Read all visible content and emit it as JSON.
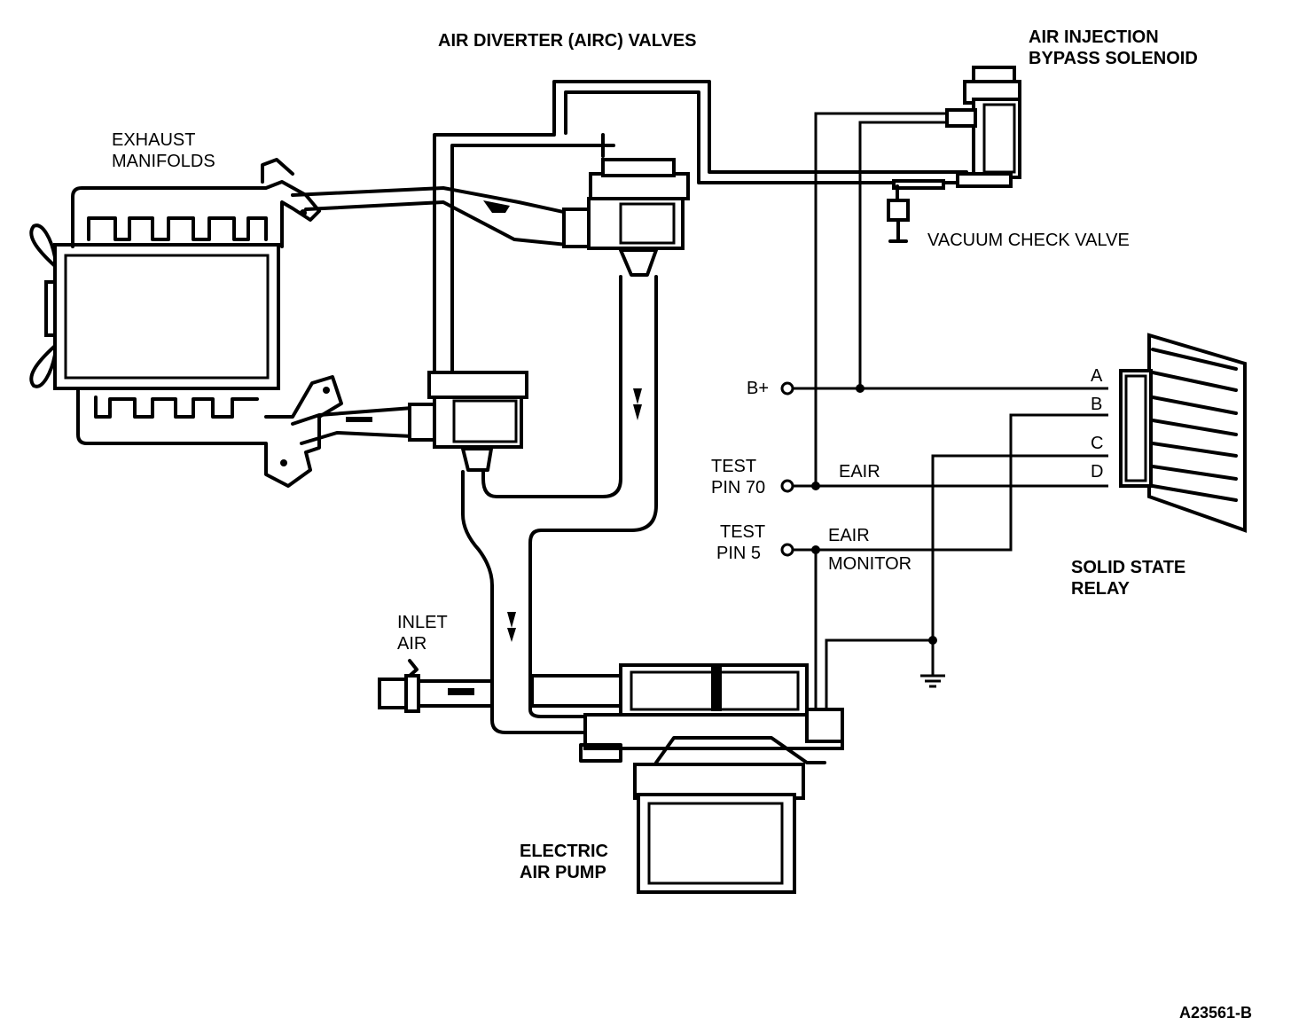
{
  "labels": {
    "airc_valves": "AIR DIVERTER (AIRC) VALVES",
    "bypass_line1": "AIR INJECTION",
    "bypass_line2": "BYPASS SOLENOID",
    "exhaust_line1": "EXHAUST",
    "exhaust_line2": "MANIFOLDS",
    "vacuum_check": "VACUUM CHECK VALVE",
    "b_plus": "B+",
    "test70_line1": "TEST",
    "test70_line2": "PIN 70",
    "eair": "EAIR",
    "test5_line1": "TEST",
    "test5_line2": "PIN 5",
    "eair_monitor_line1": "EAIR",
    "eair_monitor_line2": "MONITOR",
    "relay_line1": "SOLID STATE",
    "relay_line2": "RELAY",
    "inlet_line1": "INLET",
    "inlet_line2": "AIR",
    "pump_line1": "ELECTRIC",
    "pump_line2": "AIR PUMP",
    "pin_a": "A",
    "pin_b": "B",
    "pin_c": "C",
    "pin_d": "D",
    "figure_code": "A23561-B"
  }
}
